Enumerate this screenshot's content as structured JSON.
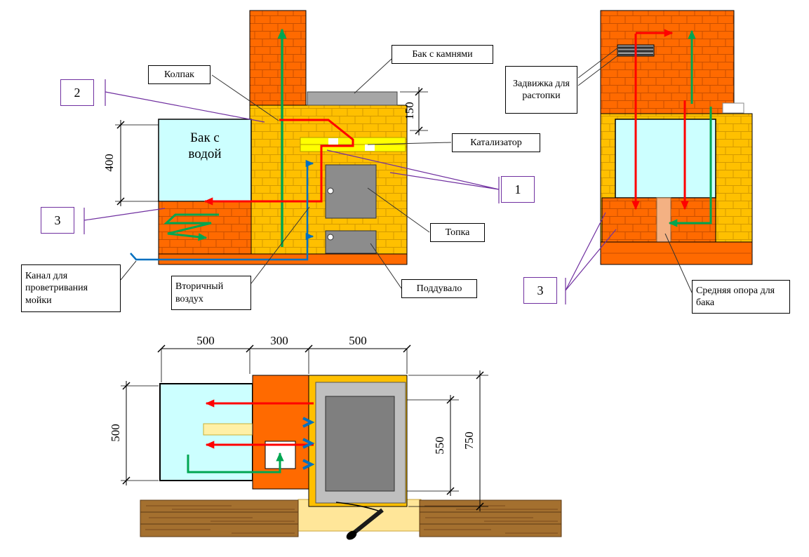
{
  "labels": {
    "bak_s_kamnyami": "Бак с камнями",
    "kolpak": "Колпак",
    "bak_s_vodoy": "Бак с водой",
    "katalizator": "Катализатор",
    "topka": "Топка",
    "podduvalo": "Поддувало",
    "vtorichnyy_vozdukh": "Вторичный воздух",
    "kanal_provetrivaniya": "Канал для проветривания мойки",
    "zadvizhka_rastopki": "Задвижка для растопки",
    "srednyaya_opora": "Средняя опора для бака"
  },
  "callouts": {
    "n1": "1",
    "n2": "2",
    "n3_left": "3",
    "n3_right": "3"
  },
  "dimensions": {
    "front_150": "150",
    "front_400": "400",
    "plan_top_left_500": "500",
    "plan_top_mid_300": "300",
    "plan_top_right_500": "500",
    "plan_left_500": "500",
    "plan_right_550": "550",
    "plan_right_750": "750"
  },
  "colors": {
    "brick_orange": "#FF6A00",
    "brick_gold": "#FFC000",
    "catalyst_yellow": "#FFFF00",
    "water_cyan": "#CCFFFF",
    "metal_gray": "#8C8C8C",
    "slab_gray": "#A6A6A6",
    "flow_red": "#FF0000",
    "flow_green": "#00A651",
    "flow_blue": "#0070C0",
    "callout_purple": "#7030A0",
    "support_tan": "#F4B183",
    "wood_brown": "#A4702F",
    "foundation_sand": "#FFE699"
  }
}
